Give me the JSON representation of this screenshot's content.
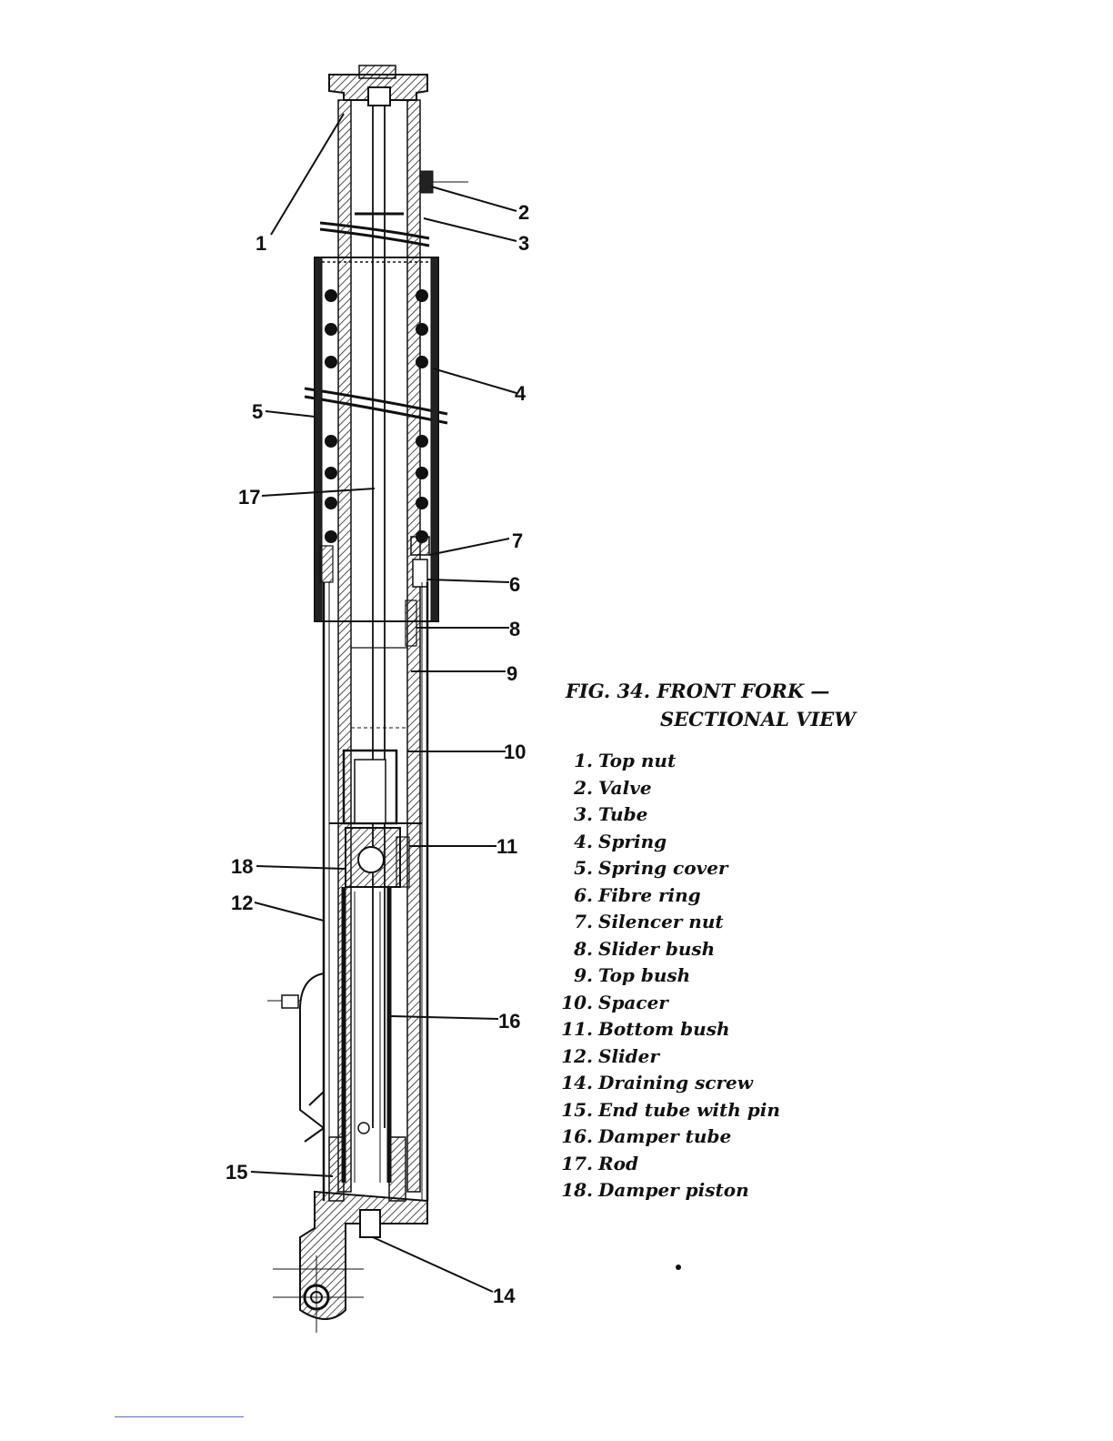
{
  "figure": {
    "caption_line1": "FIG. 34.  FRONT FORK —",
    "caption_line2": "SECTIONAL VIEW"
  },
  "callouts": [
    {
      "id": "c1",
      "text": "1"
    },
    {
      "id": "c2",
      "text": "2"
    },
    {
      "id": "c3",
      "text": "3"
    },
    {
      "id": "c4",
      "text": "4"
    },
    {
      "id": "c5",
      "text": "5"
    },
    {
      "id": "c17",
      "text": "17"
    },
    {
      "id": "c7",
      "text": "7"
    },
    {
      "id": "c6",
      "text": "6"
    },
    {
      "id": "c8",
      "text": "8"
    },
    {
      "id": "c9",
      "text": "9"
    },
    {
      "id": "c10",
      "text": "10"
    },
    {
      "id": "c11",
      "text": "11"
    },
    {
      "id": "c18",
      "text": "18"
    },
    {
      "id": "c12",
      "text": "12"
    },
    {
      "id": "c16",
      "text": "16"
    },
    {
      "id": "c15",
      "text": "15"
    },
    {
      "id": "c14",
      "text": "14"
    }
  ],
  "legend": [
    {
      "num": "1.",
      "label": "Top nut"
    },
    {
      "num": "2.",
      "label": "Valve"
    },
    {
      "num": "3.",
      "label": "Tube"
    },
    {
      "num": "4.",
      "label": "Spring"
    },
    {
      "num": "5.",
      "label": "Spring cover"
    },
    {
      "num": "6.",
      "label": "Fibre ring"
    },
    {
      "num": "7.",
      "label": "Silencer nut"
    },
    {
      "num": "8.",
      "label": "Slider bush"
    },
    {
      "num": "9.",
      "label": "Top bush"
    },
    {
      "num": "10.",
      "label": "Spacer"
    },
    {
      "num": "11.",
      "label": "Bottom bush"
    },
    {
      "num": "12.",
      "label": "Slider"
    },
    {
      "num": "14.",
      "label": "Draining screw"
    },
    {
      "num": "15.",
      "label": "End tube with pin"
    },
    {
      "num": "16.",
      "label": "Damper tube"
    },
    {
      "num": "17.",
      "label": "Rod"
    },
    {
      "num": "18.",
      "label": "Damper piston"
    }
  ]
}
